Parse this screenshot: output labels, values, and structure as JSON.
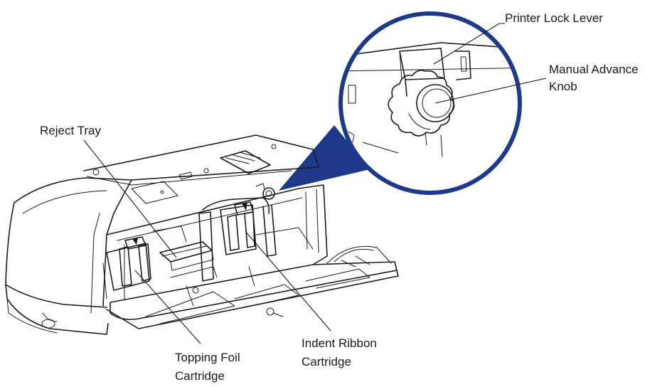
{
  "callouts": {
    "printer_lock_lever": "Printer Lock Lever",
    "manual_advance_knob_line1": "Manual Advance",
    "manual_advance_knob_line2": "Knob",
    "reject_tray": "Reject Tray",
    "topping_foil_line1": "Topping Foil",
    "topping_foil_line2": "Cartridge",
    "indent_ribbon_line1": "Indent Ribbon",
    "indent_ribbon_line2": "Cartridge"
  },
  "colors": {
    "magnifier_ring": "#1d3a8a",
    "line_art": "#1b1b1b",
    "background": "#ffffff"
  }
}
